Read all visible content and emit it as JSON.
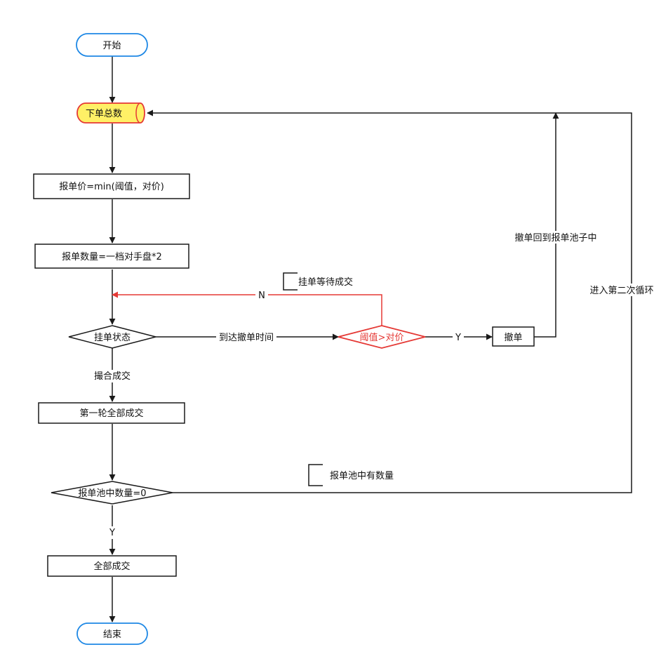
{
  "nodes": {
    "start": "开始",
    "total_orders": "下单总数",
    "price": "报单价=min(阈值，对价)",
    "quantity": "报单数量=一档对手盘*2",
    "pending_status": "挂单状态",
    "threshold_check": "阈值>对价",
    "cancel": "撤单",
    "first_round_done": "第一轮全部成交",
    "pool_zero": "报单池中数量=0",
    "all_done": "全部成交",
    "end": "结束"
  },
  "edges": {
    "reach_cancel_time": "到达撤单时间",
    "yes_cancel": "Y",
    "no_wait": "N",
    "matched": "撮合成交",
    "yes_done": "Y",
    "cancel_back_to_pool": "撤单回到报单池子中",
    "second_loop": "进入第二次循环"
  },
  "annotations": {
    "wait_fill": "挂单等待成交",
    "pool_has_qty": "报单池中有数量"
  },
  "colors": {
    "terminal_stroke": "#1e88e5",
    "highlight_fill": "#fff066",
    "highlight_stroke": "#e53935",
    "decision_red": "#e53935",
    "line": "#1a1a1a"
  }
}
